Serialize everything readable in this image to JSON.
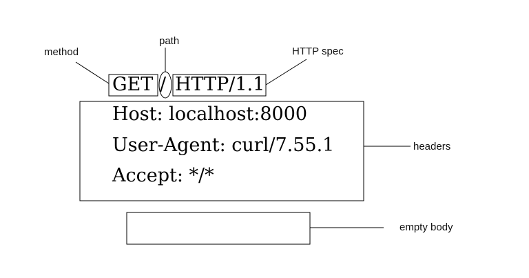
{
  "request_line": {
    "method": "GET",
    "path": "/",
    "spec": "HTTP/1.1"
  },
  "headers": [
    "Host: localhost:8000",
    "User-Agent: curl/7.55.1",
    "Accept: */*"
  ],
  "labels": {
    "method": "method",
    "path": "path",
    "spec": "HTTP spec",
    "headers": "headers",
    "body": "empty body"
  }
}
